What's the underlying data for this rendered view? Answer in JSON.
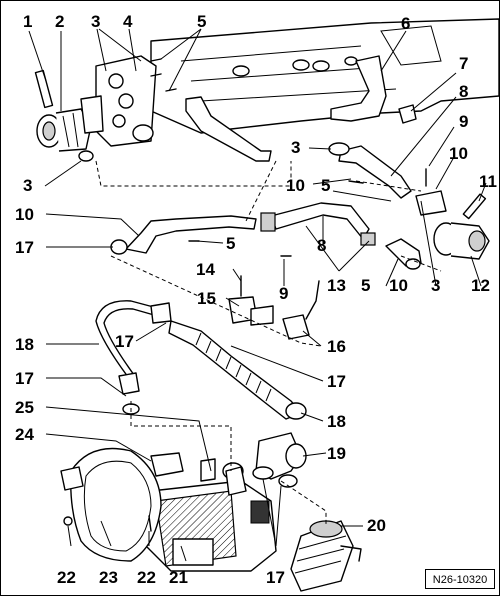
{
  "diagram_code": "N26-10320",
  "labels": {
    "l1": "1",
    "l2": "2",
    "l3a": "3",
    "l4": "4",
    "l5a": "5",
    "l6": "6",
    "l7": "7",
    "l8a": "8",
    "l9a": "9",
    "l3b": "3",
    "l10a": "10",
    "l5b": "5",
    "l10b": "10",
    "l3c": "3",
    "l11": "11",
    "l10c": "10",
    "l17a": "17",
    "l5c": "5",
    "l8b": "8",
    "l14": "14",
    "l9b": "9",
    "l13": "13",
    "l5d": "5",
    "l10d": "10",
    "l3d": "3",
    "l12": "12",
    "l15": "15",
    "l18a": "18",
    "l17b": "17",
    "l16": "16",
    "l17c": "17",
    "l17d": "17",
    "l18b": "18",
    "l25": "25",
    "l24": "24",
    "l19": "19",
    "l20": "20",
    "l22a": "22",
    "l23": "23",
    "l22b": "22",
    "l21": "21",
    "l17e": "17"
  }
}
